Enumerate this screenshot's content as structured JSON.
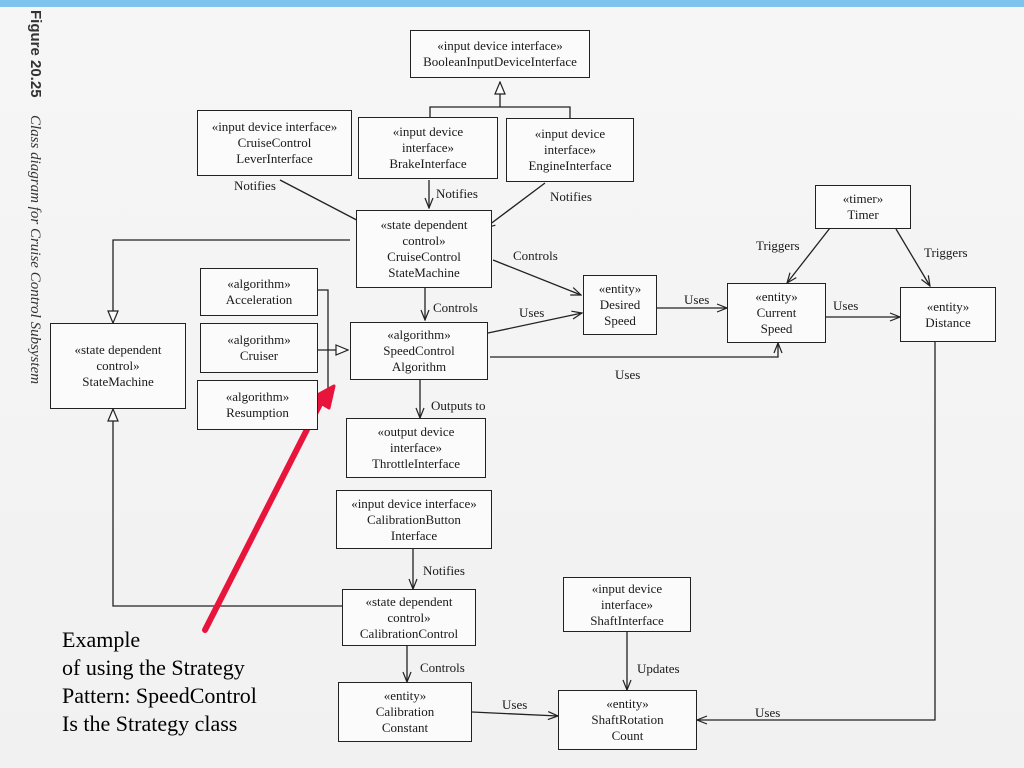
{
  "caption": {
    "figure_number": "Figure 20.25",
    "figure_title": "Class diagram for Cruise Control Subsystem"
  },
  "classes": {
    "boolean_input": [
      "«input device interface»",
      "BooleanInputDeviceInterface"
    ],
    "cruise_lever": [
      "«input device interface»",
      "CruiseControl",
      "LeverInterface"
    ],
    "brake": [
      "«input device",
      "interface»",
      "BrakeInterface"
    ],
    "engine": [
      "«input device",
      "interface»",
      "EngineInterface"
    ],
    "cruise_sm": [
      "«state dependent",
      "control»",
      "CruiseControl",
      "StateMachine"
    ],
    "timer": [
      "«timer»",
      "Timer"
    ],
    "acceleration": [
      "«algorithm»",
      "Acceleration"
    ],
    "cruiser": [
      "«algorithm»",
      "Cruiser"
    ],
    "resumption": [
      "«algorithm»",
      "Resumption"
    ],
    "speed_control": [
      "«algorithm»",
      "SpeedControl",
      "Algorithm"
    ],
    "desired_speed": [
      "«entity»",
      "Desired",
      "Speed"
    ],
    "current_speed": [
      "«entity»",
      "Current",
      "Speed"
    ],
    "distance": [
      "«entity»",
      "Distance"
    ],
    "state_machine": [
      "«state dependent",
      "control»",
      "StateMachine"
    ],
    "throttle": [
      "«output device",
      "interface»",
      "ThrottleInterface"
    ],
    "calibration_button": [
      "«input device interface»",
      "CalibrationButton",
      "Interface"
    ],
    "calibration_control": [
      "«state dependent",
      "control»",
      "CalibrationControl"
    ],
    "shaft_interface": [
      "«input device",
      "interface»",
      "ShaftInterface"
    ],
    "calibration_constant": [
      "«entity»",
      "Calibration",
      "Constant"
    ],
    "shaft_rotation": [
      "«entity»",
      "ShaftRotation",
      "Count"
    ]
  },
  "edge_labels": {
    "notifies_lever": "Notifies",
    "notifies_brake": "Notifies",
    "notifies_engine": "Notifies",
    "controls_desired": "Controls",
    "controls_speed": "Controls",
    "uses_desired": "Uses",
    "uses_current": "Uses",
    "uses_distance": "Uses",
    "uses_current_bottom": "Uses",
    "triggers_left": "Triggers",
    "triggers_right": "Triggers",
    "outputs_to": "Outputs to",
    "notifies_calibration": "Notifies",
    "controls_calibration": "Controls",
    "updates": "Updates",
    "uses_calibration": "Uses",
    "uses_shaft": "Uses"
  },
  "annotation": {
    "lines": [
      "Example",
      "of using the Strategy",
      "Pattern: SpeedControl",
      "Is the Strategy class"
    ],
    "arrow_color": "#e8143c"
  },
  "colors": {
    "top_bar": "#7fc4ee",
    "line": "#222222"
  }
}
